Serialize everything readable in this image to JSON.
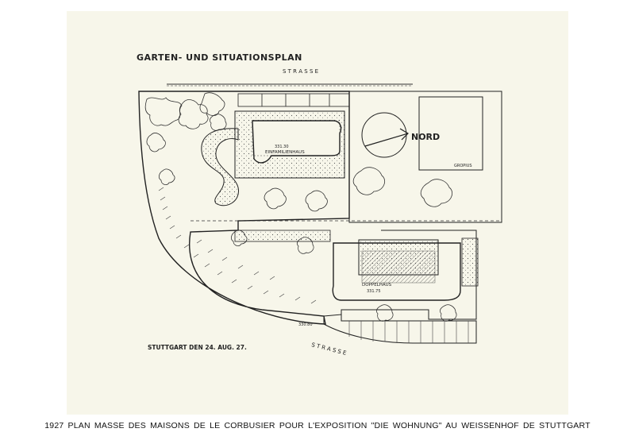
{
  "drawing": {
    "title": "GARTEN- UND SITUATIONSPLAN",
    "street_top": "S T R A S S E",
    "street_bottom": "S T R A S S E",
    "north": "NORD",
    "gropius": "GROPIUS",
    "house_single": "EINFAMILIENHAUS",
    "house_double": "DOPPELHAUS",
    "date": "STUTTGART DEN 24. AUG. 27.",
    "level_single": "331.30",
    "level_double": "331.75",
    "level_bottom": "330.80"
  },
  "caption": "1927  PLAN MASSE DES MAISONS DE LE CORBUSIER POUR L'EXPOSITION \"DIE WOHNUNG\" AU WEISSENHOF DE STUTTGART",
  "colors": {
    "ink": "#222222",
    "paper": "#f7f6ea"
  }
}
